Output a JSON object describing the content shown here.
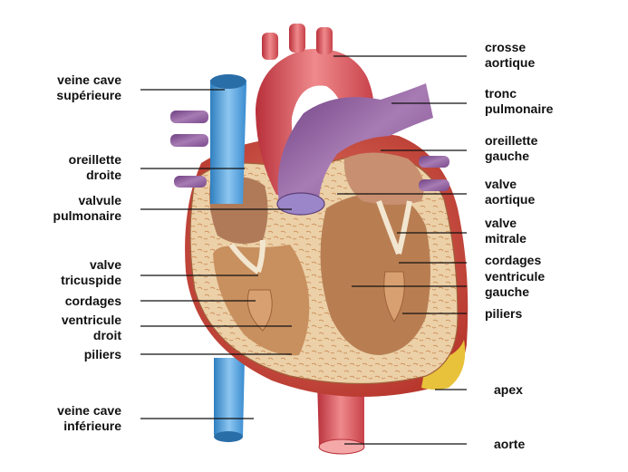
{
  "labels": {
    "veine_cave_sup": [
      "veine cave",
      "supérieure"
    ],
    "oreillette_droite": [
      "oreillette",
      "droite"
    ],
    "valvule_pulmonaire": [
      "valvule",
      "pulmonaire"
    ],
    "valve_tricuspide": [
      "valve",
      "tricuspide"
    ],
    "cordages_gauche": "cordages",
    "ventricule_droit": [
      "ventricule",
      "droit"
    ],
    "piliers_gauche": "piliers",
    "veine_cave_inf": [
      "veine cave",
      "inférieure"
    ],
    "crosse_aortique": [
      "crosse",
      "aortique"
    ],
    "tronc_pulmonaire": [
      "tronc",
      "pulmonaire"
    ],
    "oreillette_gauche": [
      "oreillette",
      "gauche"
    ],
    "valve_aortique": [
      "valve",
      "aortique"
    ],
    "valve_mitrale": [
      "valve",
      "mitrale"
    ],
    "cordages_droite": "cordages",
    "ventricule_gauche": [
      "ventricule",
      "gauche"
    ],
    "piliers_droite": "piliers",
    "apex": "apex",
    "aorte": "aorte"
  },
  "colors": {
    "aorta": "#d9454e",
    "aorta_light": "#f08a8a",
    "pulmonary": "#8e5a9a",
    "vena_cava": "#4aa0dc",
    "myocardium": "#e8c9a0",
    "cavity": "#c98a5a",
    "outer": "#c84a3c",
    "apex_fat": "#e8c23a"
  }
}
